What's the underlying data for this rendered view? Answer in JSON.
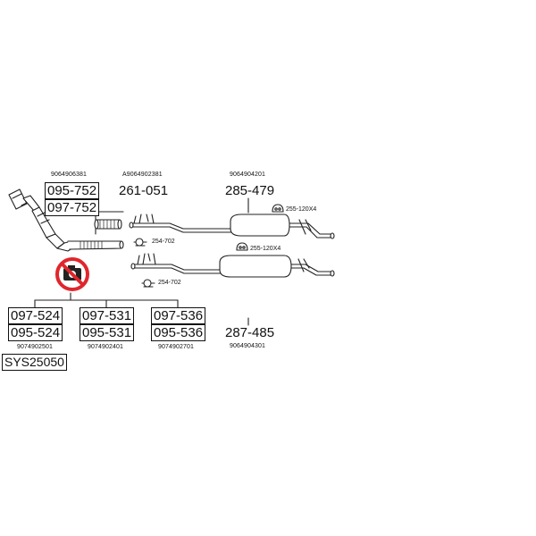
{
  "parts": {
    "cat_oe": "9064906381",
    "cat_a": "095-752",
    "cat_b": "097-752",
    "flex_oe": "A9064902381",
    "flex_no": "261-051",
    "rear1_no": "285-479",
    "rear1_oe": "9064904201",
    "rear2_no": "287-485",
    "rear2_oe": "9064904301",
    "hanger1": "255-120X4",
    "hanger2": "255-120X4",
    "clamp1": "254-702",
    "clamp2": "254-702",
    "g1_a": "097-524",
    "g1_b": "095-524",
    "g1_oe": "9074902501",
    "g2_a": "097-531",
    "g2_b": "095-531",
    "g2_oe": "9074902401",
    "g3_a": "097-536",
    "g3_b": "095-536",
    "g3_oe": "9074902701",
    "system": "SYS25050"
  },
  "colors": {
    "stroke": "#222222",
    "no_photo": "#e0262c",
    "fill": "#ffffff"
  },
  "icons": {
    "no_photo": "no-camera-icon",
    "hanger": "hanger-icon",
    "clamp": "clamp-icon"
  }
}
